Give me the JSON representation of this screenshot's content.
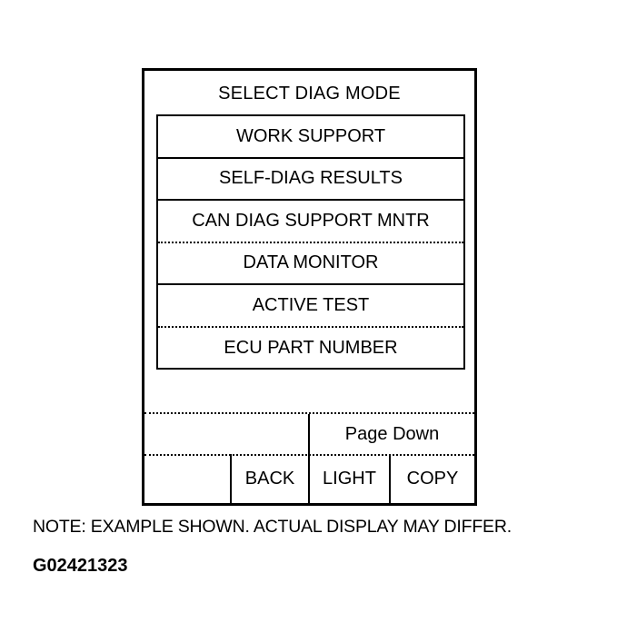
{
  "screen": {
    "title": "SELECT DIAG MODE",
    "menu_items": [
      {
        "label": "WORK SUPPORT"
      },
      {
        "label": "SELF-DIAG RESULTS"
      },
      {
        "label": "CAN DIAG SUPPORT MNTR"
      },
      {
        "label": "DATA MONITOR"
      },
      {
        "label": "ACTIVE TEST"
      },
      {
        "label": "ECU PART NUMBER"
      }
    ],
    "page_down_label": "Page Down",
    "buttons": {
      "back": "BACK",
      "light": "LIGHT",
      "copy": "COPY"
    }
  },
  "caption": {
    "note": "NOTE: EXAMPLE SHOWN. ACTUAL DISPLAY MAY DIFFER.",
    "figure_code": "G02421323"
  }
}
